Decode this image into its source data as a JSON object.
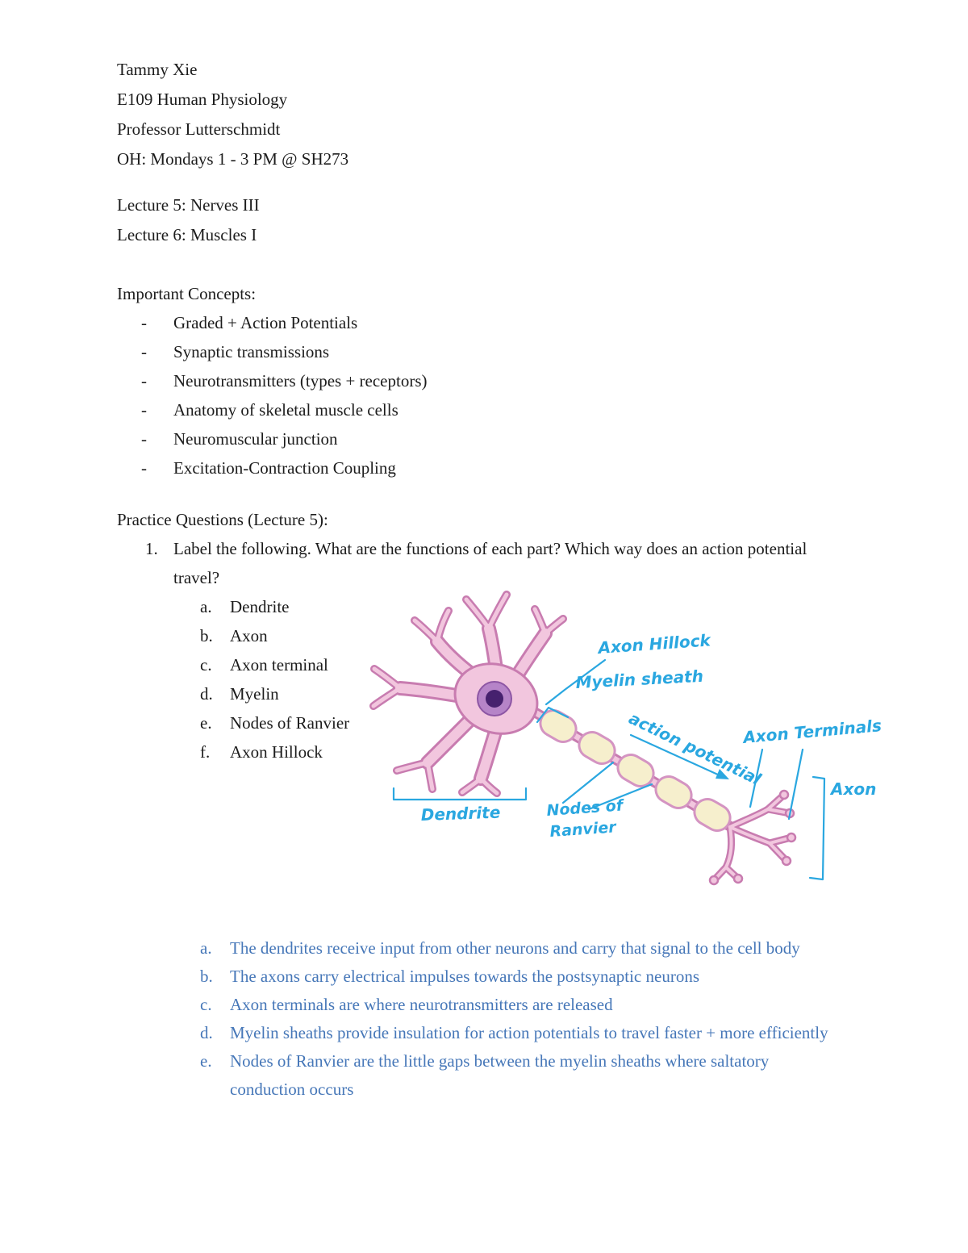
{
  "header": {
    "name": "Tammy Xie",
    "course": "E109 Human Physiology",
    "professor": "Professor Lutterschmidt",
    "office_hours": "OH: Mondays 1 - 3 PM @ SH273"
  },
  "lectures": [
    "Lecture 5: Nerves III",
    "Lecture 6: Muscles I"
  ],
  "concepts": {
    "title": "Important Concepts:",
    "bullet": "-",
    "items": [
      "Graded + Action Potentials",
      "Synaptic transmissions",
      "Neurotransmitters (types + receptors)",
      "Anatomy of skeletal muscle cells",
      "Neuromuscular junction",
      "Excitation-Contraction Coupling"
    ]
  },
  "practice": {
    "title": "Practice Questions (Lecture 5):",
    "q1": {
      "number": "1.",
      "text": "Label the following. What are the functions of each part? Which way does an action potential travel?",
      "labels": [
        {
          "letter": "a.",
          "text": "Dendrite"
        },
        {
          "letter": "b.",
          "text": "Axon"
        },
        {
          "letter": "c.",
          "text": "Axon terminal"
        },
        {
          "letter": "d.",
          "text": "Myelin"
        },
        {
          "letter": "e.",
          "text": "Nodes of Ranvier"
        },
        {
          "letter": "f.",
          "text": "Axon Hillock"
        }
      ],
      "answers": [
        {
          "letter": "a.",
          "text": "The dendrites receive input from other neurons and carry that signal to the cell body"
        },
        {
          "letter": "b.",
          "text": "The axons carry electrical impulses towards the postsynaptic neurons"
        },
        {
          "letter": "c.",
          "text": "Axon terminals are where neurotransmitters are released"
        },
        {
          "letter": "d.",
          "text": "Myelin sheaths provide insulation for action potentials to travel faster + more efficiently"
        },
        {
          "letter": "e.",
          "text": "Nodes of Ranvier are the little gaps between the myelin sheaths where saltatory conduction occurs"
        }
      ]
    }
  },
  "diagram": {
    "annotations": {
      "axon_hillock": "Axon Hillock",
      "myelin_sheath": "Myelin sheath",
      "action_potential": "action potential",
      "axon_terminals": "Axon Terminals",
      "nodes_line1": "Nodes of",
      "nodes_line2": "Ranvier",
      "dendrite": "Dendrite",
      "axon": "Axon"
    },
    "colors": {
      "neuron_fill": "#f2c6de",
      "neuron_outline": "#c87cb0",
      "myelin_fill": "#f6efcd",
      "nucleus_outer": "#b684c8",
      "nucleus_inner": "#46216e",
      "handwriting_blue": "#2aa7e0",
      "answer_blue": "#4677b8"
    }
  }
}
